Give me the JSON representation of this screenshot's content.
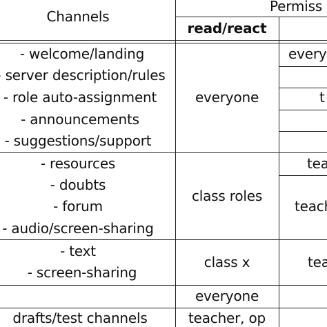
{
  "header": {
    "channels": "Channels",
    "permissions": "Permiss",
    "read_react": "read/react"
  },
  "groups": [
    {
      "channels": [
        "- welcome/landing",
        "- server description/rules",
        "- role auto-assignment",
        "- announcements",
        "- suggestions/support"
      ],
      "read_react": "everyone",
      "write_partial": [
        "every",
        "",
        "t",
        "",
        ""
      ]
    },
    {
      "channels": [
        "- resources",
        "- doubts",
        "- forum",
        "- audio/screen-sharing"
      ],
      "read_react": "class roles",
      "write_partial": [
        "tea",
        "teach"
      ]
    },
    {
      "channels": [
        "- text",
        "- screen-sharing"
      ],
      "read_react": "class x",
      "write_partial": [
        "tea"
      ]
    },
    {
      "channels": [
        ""
      ],
      "read_react": "everyone",
      "write_partial": [
        ""
      ]
    },
    {
      "channels": [
        "drafts/test channels"
      ],
      "read_react": "teacher, op",
      "write_partial": [
        ""
      ]
    }
  ]
}
